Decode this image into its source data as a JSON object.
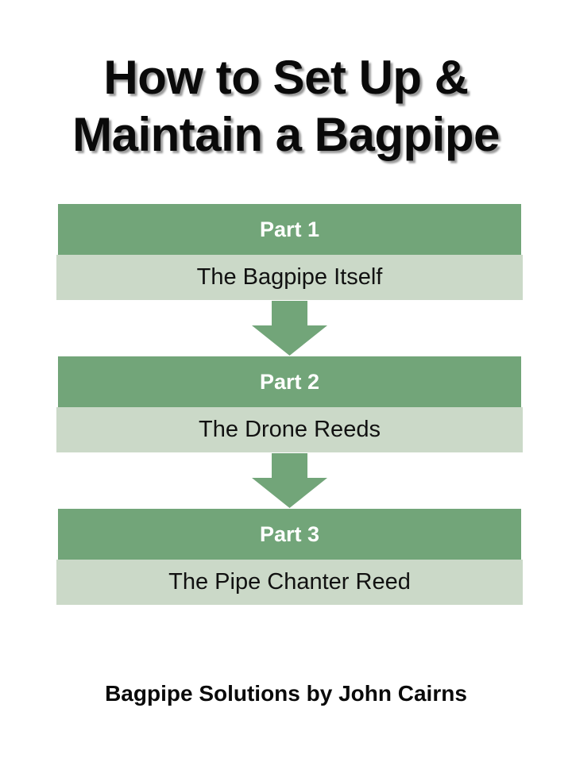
{
  "document": {
    "title_lines": [
      "How to Set Up &",
      "Maintain a Bagpipe"
    ],
    "byline": "Bagpipe Solutions by John Cairns"
  },
  "colors": {
    "header_green": "#72A579",
    "body_sage": "#CBD9C8",
    "arrow_green": "#72A579",
    "title_text": "#0A0A0A",
    "header_text": "#FFFFFF",
    "body_text": "#111111",
    "page_background": "#FFFFFF"
  },
  "flow": {
    "parts": [
      {
        "header": "Part 1",
        "body": "The Bagpipe Itself"
      },
      {
        "header": "Part 2",
        "body": "The Drone Reeds"
      },
      {
        "header": "Part 3",
        "body": "The Pipe Chanter Reed"
      }
    ],
    "connectors": [
      {
        "icon": "down-arrow-icon"
      },
      {
        "icon": "down-arrow-icon"
      }
    ]
  }
}
